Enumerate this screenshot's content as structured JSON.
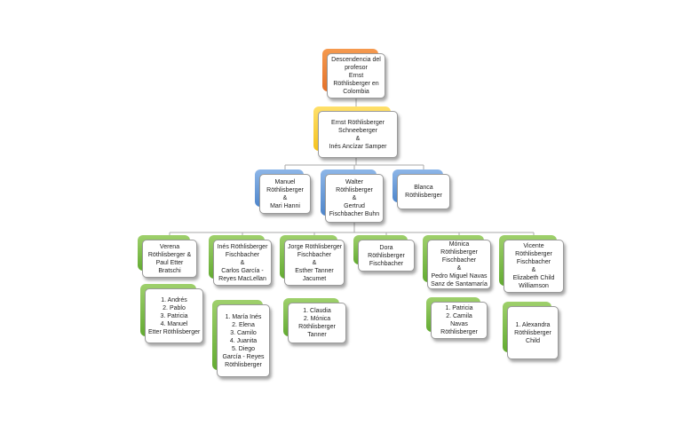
{
  "colors": {
    "line": "#a9a9a9",
    "orange": "#e4712a",
    "yellow": "#f4c21f",
    "blue": "#4f86cb",
    "green": "#63ab32"
  },
  "root": {
    "lines": [
      "Descendencia del",
      "profesor",
      "Ernst",
      "Röthlisberger en",
      "Colombia"
    ]
  },
  "couple": {
    "lines": [
      "Ernst Röthlisberger",
      "Schneeberger",
      "&",
      "Inés Ancízar Samper"
    ]
  },
  "children": [
    {
      "lines": [
        "Manuel",
        "Röthlisberger",
        "&",
        "Mari Hanni"
      ]
    },
    {
      "lines": [
        "Walter",
        "Röthlisberger",
        "&",
        "Gertrud",
        "Fischbacher Buhn"
      ]
    },
    {
      "lines": [
        "Blanca",
        "Röthlisberger"
      ]
    }
  ],
  "grandchildren": [
    {
      "lines": [
        "Verena",
        "Röthlisberger &",
        "Paul Etter",
        "Bratschi"
      ]
    },
    {
      "lines": [
        "Inés Röthlisberger",
        "Fischbacher",
        "&",
        "Carlos García -",
        "Reyes MacLellan"
      ]
    },
    {
      "lines": [
        "Jorge Röthlisberger",
        "Fischbacher",
        "&",
        "Esther Tanner",
        "Jacumet"
      ]
    },
    {
      "lines": [
        "Dora",
        "Röthlisberger",
        "Fischbacher"
      ]
    },
    {
      "lines": [
        "Mónica",
        "Röthlisberger",
        "Fischbacher",
        "&",
        "Pedro Miguel Navas",
        "Sanz  de Santamaría"
      ]
    },
    {
      "lines": [
        "Vicente",
        "Röthlisberger",
        "Fischbacher",
        "&",
        "Elizabeth Child",
        "Williamson"
      ]
    }
  ],
  "greatgrandchildren": [
    {
      "lines": [
        "1. Andrés",
        "2. Pablo",
        "3. Patricia",
        "4. Manuel",
        "Etter Röthlisberger"
      ]
    },
    {
      "lines": [
        "1. María Inés",
        "2. Elena",
        "3. Camilo",
        "4. Juanita",
        "5. Diego",
        "García - Reyes",
        "Röthlisberger"
      ]
    },
    {
      "lines": [
        "1. Claudia",
        "2. Mónica",
        "Röthlisberger",
        "Tanner"
      ]
    },
    {
      "lines": [
        "1. Patricia",
        "2. Camila",
        "Navas",
        "Röthlisberger"
      ]
    },
    {
      "lines": [
        "1. Alexandra",
        "Röthlisberger",
        "Child"
      ]
    }
  ]
}
